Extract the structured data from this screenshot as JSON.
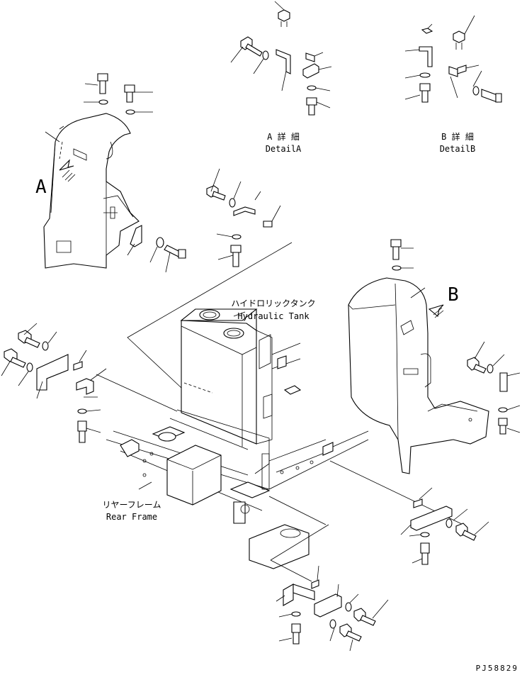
{
  "labels": {
    "detail_a_jp": "A 詳 細",
    "detail_a_en": "DetailA",
    "detail_b_jp": "B 詳 細",
    "detail_b_en": "DetailB",
    "marker_a": "A",
    "marker_b": "B",
    "hydraulic_tank_jp": "ハイドロリックタンク",
    "hydraulic_tank_en": "Hydraulic Tank",
    "rear_frame_jp": "リヤーフレーム",
    "rear_frame_en": "Rear Frame",
    "drawing_number": "PJ58829"
  }
}
